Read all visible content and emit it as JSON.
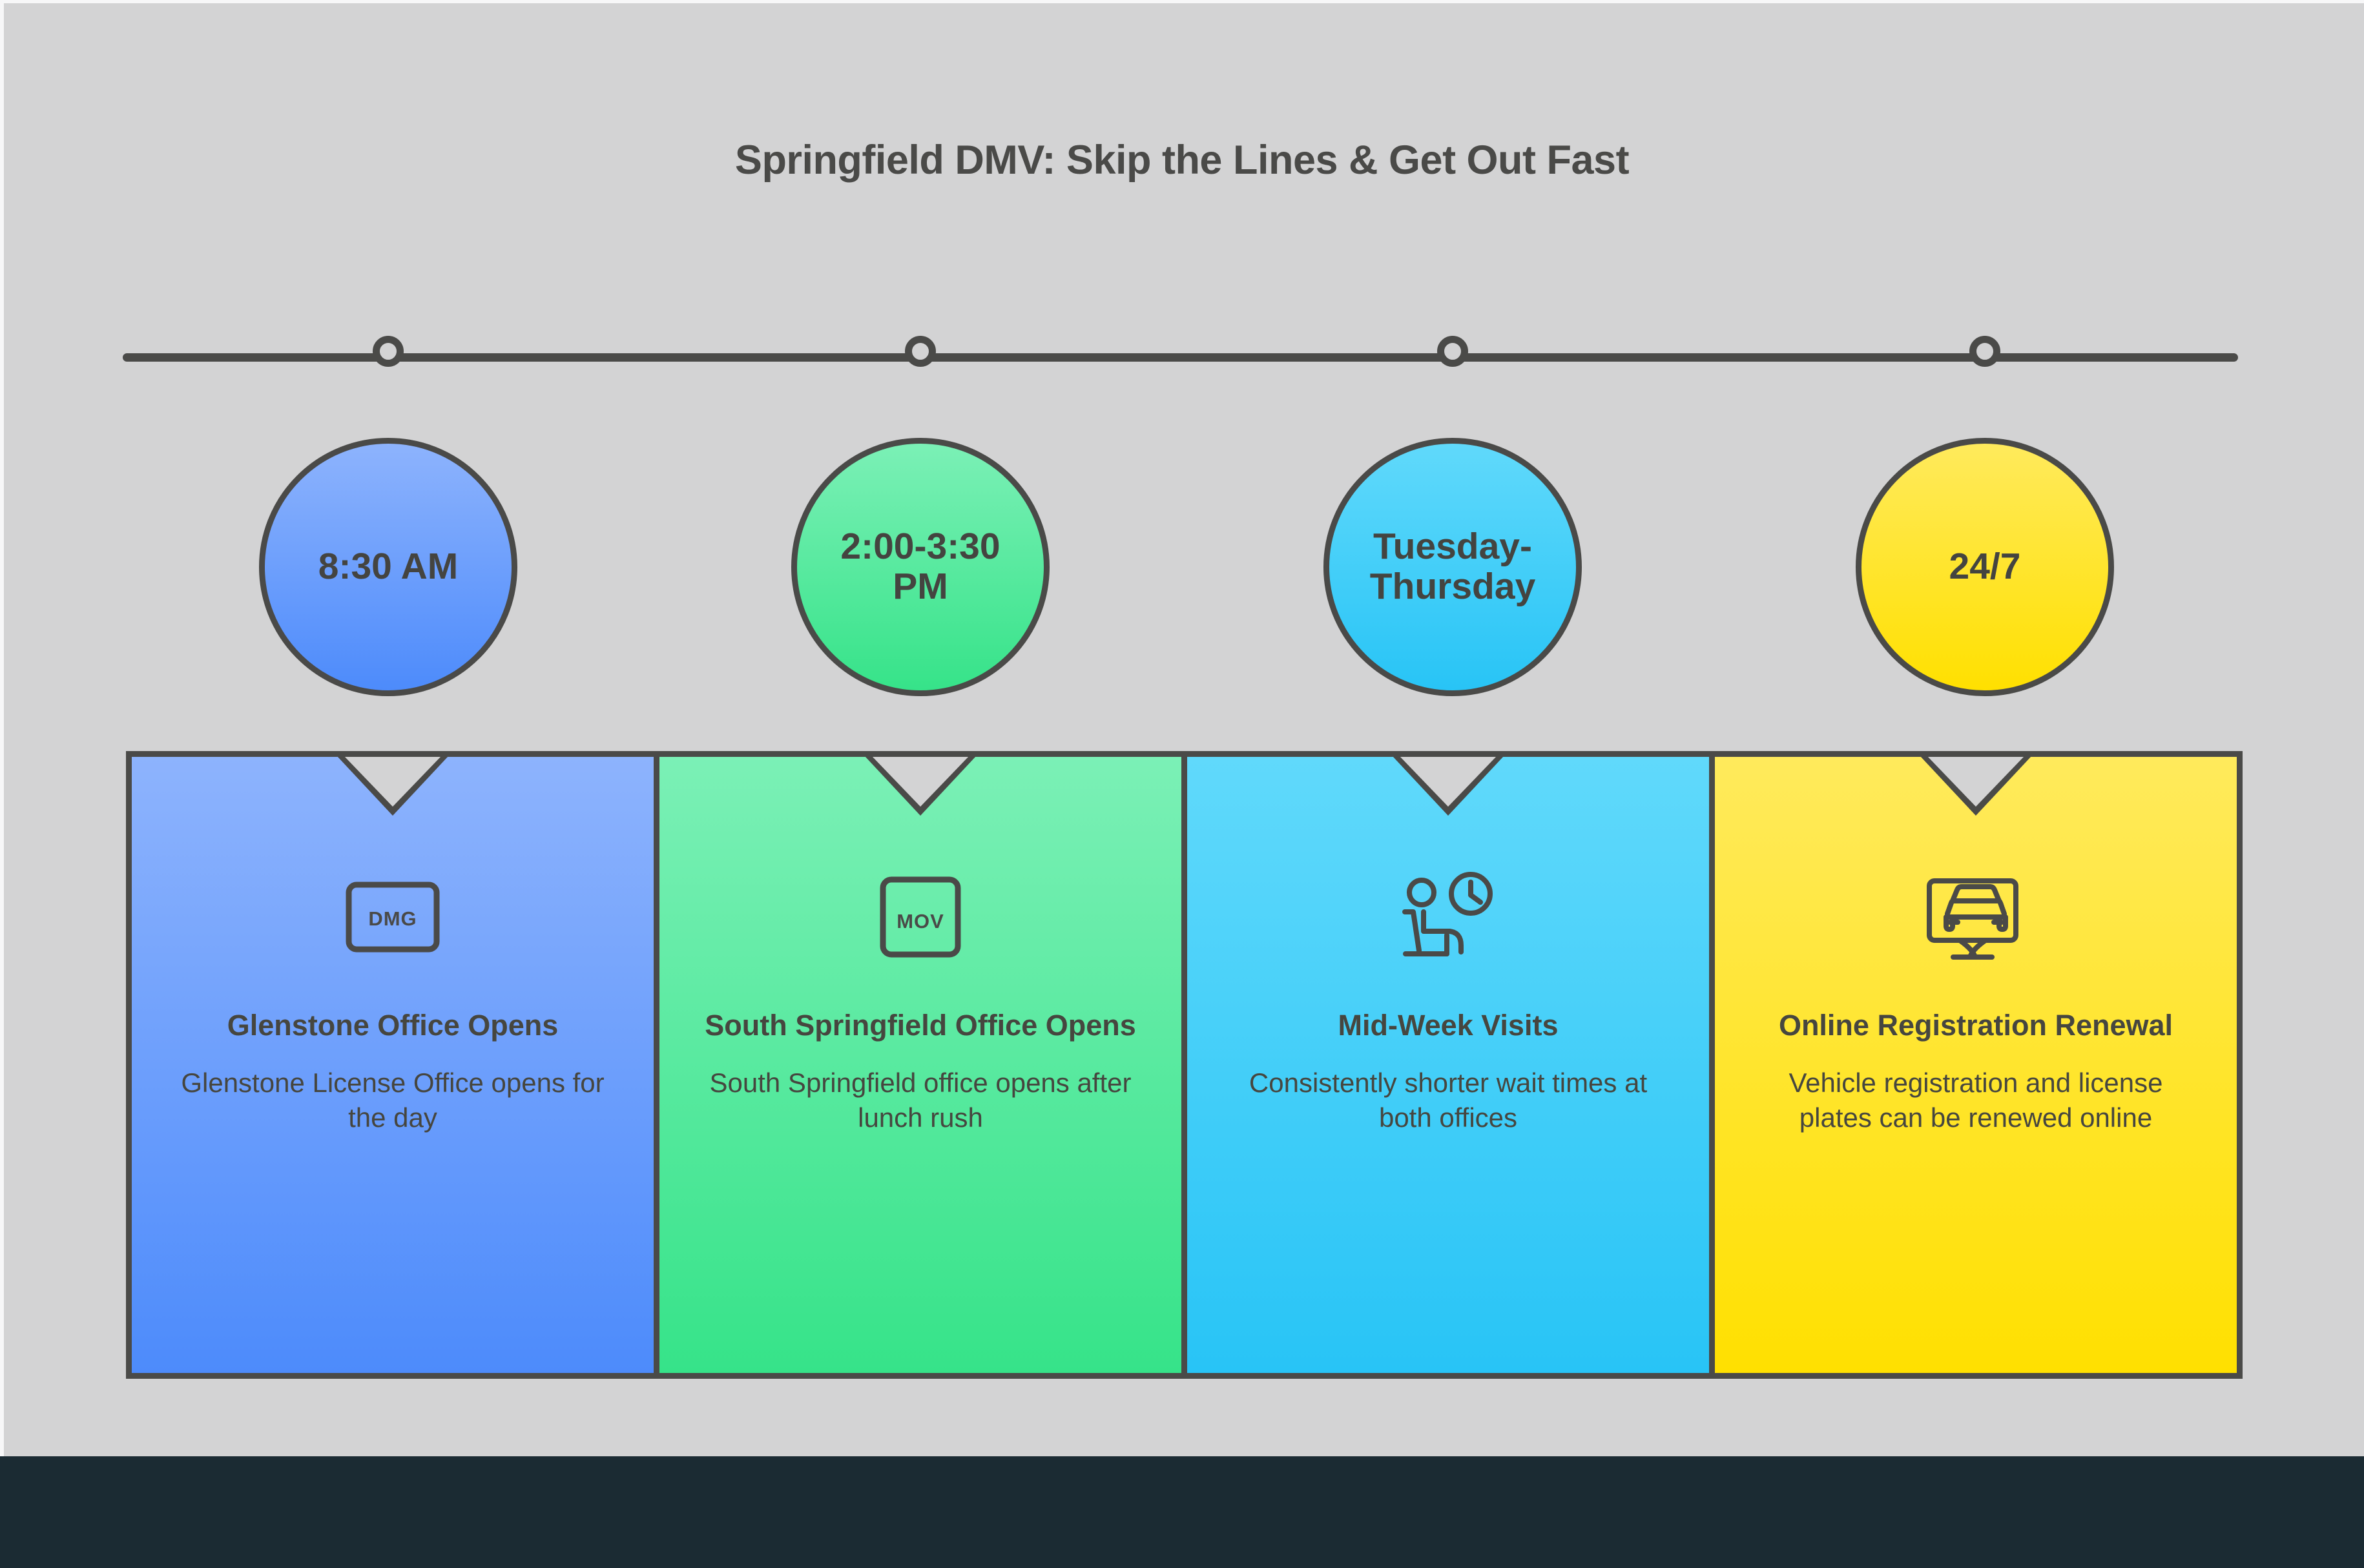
{
  "page": {
    "title": "Springfield DMV: Skip the Lines & Get Out Fast",
    "background_color": "#d3d3d4",
    "frame_color": "#f7f7f8",
    "footer_color": "#1b2b33",
    "ink_color": "#4a4a48"
  },
  "timeline": {
    "marker_count": 4,
    "line_color": "#4a4a48"
  },
  "steps": [
    {
      "badge": "8:30 AM",
      "icon": "license-card-dmg-icon",
      "icon_text": "DMG",
      "title": "Glenstone Office Opens",
      "description": "Glenstone License Office opens for the day",
      "color_top": "#8db3fd",
      "color_bottom": "#4d8bfb"
    },
    {
      "badge": "2:00-3:30 PM",
      "icon": "vehicle-card-mov-icon",
      "icon_text": "MOV",
      "title": "South Springfield Office Opens",
      "description": "South Springfield office opens after lunch rush",
      "color_top": "#7bf0b6",
      "color_bottom": "#36e389"
    },
    {
      "badge": "Tuesday-Thursday",
      "icon": "seated-person-clock-icon",
      "icon_text": "",
      "title": "Mid-Week Visits",
      "description": "Consistently shorter wait times at both offices",
      "color_top": "#60d9fb",
      "color_bottom": "#28c4f6"
    },
    {
      "badge": "24/7",
      "icon": "monitor-car-icon",
      "icon_text": "",
      "title": "Online Registration Renewal",
      "description": "Vehicle registration and license plates can be renewed online",
      "color_top": "#ffea5c",
      "color_bottom": "#ffe000"
    }
  ]
}
